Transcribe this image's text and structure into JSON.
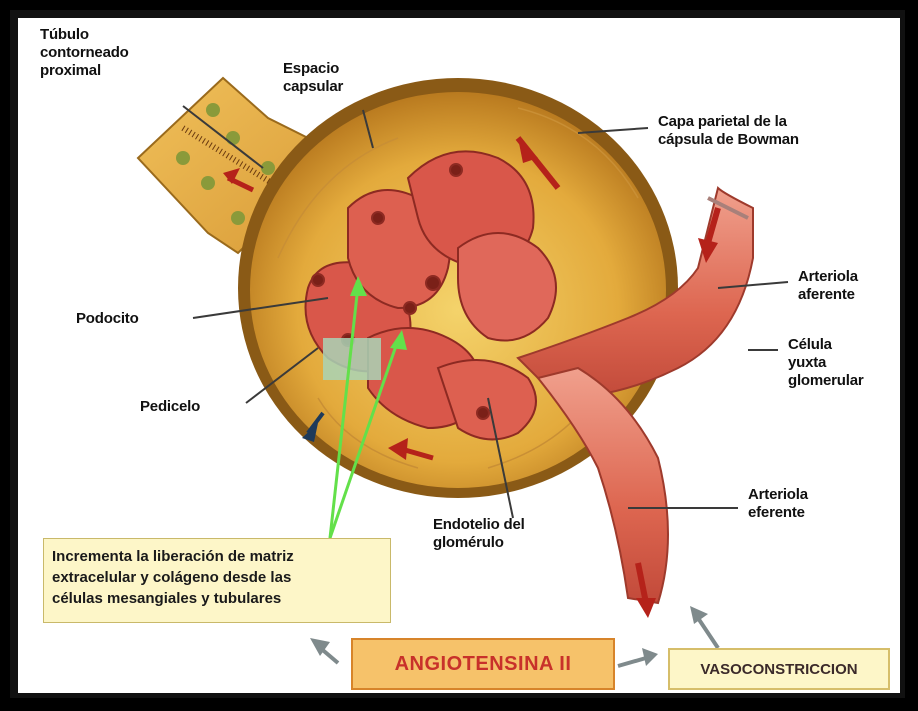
{
  "labels": {
    "tubulo": "Túbulo\ncontorneado\nproximal",
    "espacio": "Espacio\ncapsular",
    "capa": "Capa parietal de la\ncápsula de Bowman",
    "aferente": "Arteriola\naferente",
    "celula": "Célula\nyuxta\nglomerular",
    "podocito": "Podocito",
    "pedicelo": "Pedicelo",
    "endotelio": "Endotelio del\nglomérulo",
    "eferente": "Arteriola\neferente"
  },
  "note_text": "Incrementa la liberación de matriz\nextracelular y colágeno desde las\ncélulas mesangiales y tubulares",
  "angiotensina_label": "ANGIOTENSINA II",
  "vasoconstriccion_label": "VASOCONSTRICCION",
  "colors": {
    "capsule": "#e9b94c",
    "tissue": "#d9574a",
    "vessel": "#e2735f",
    "green_arrow": "#63e04a",
    "gray_arrow": "#7f8a8c",
    "flow_arrow": "#b5221a"
  }
}
